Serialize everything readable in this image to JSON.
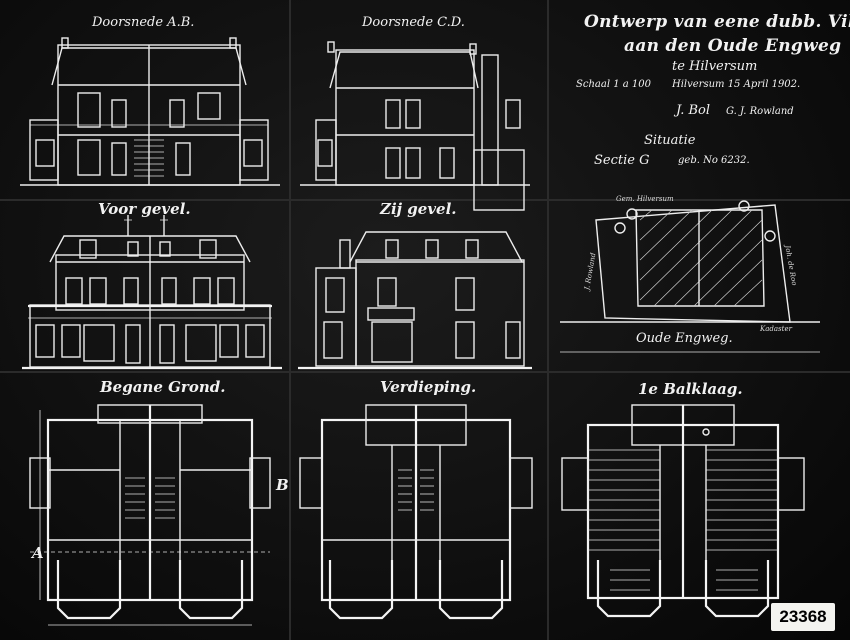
{
  "titles": {
    "section_ab": "Doorsnede A.B.",
    "section_cd": "Doorsnede C.D.",
    "front_elevation": "Voor gevel.",
    "side_elevation": "Zij gevel.",
    "ground_floor": "Begane Grond.",
    "first_floor": "Verdieping.",
    "beam_layer": "1e Balklaag."
  },
  "cartouche": {
    "line1": "Ontwerp van eene dubb. Villa",
    "line2": "aan den Oude Engweg",
    "line3": "te Hilversum",
    "scale": "Schaal 1 a 100",
    "date": "Hilversum 15 April 1902.",
    "signature1": "J. Bol",
    "signature2": "G. J. Rowland"
  },
  "situation": {
    "title": "Situatie",
    "section": "Sectie G",
    "parcel": "geb. No 6232.",
    "street": "Oude Engweg.",
    "labels": [
      "Gem. Hilversum",
      "J. Rowland",
      "Joh. de Roo",
      "Kadaster"
    ]
  },
  "plan_markers": {
    "a": "A",
    "b": "B"
  },
  "archive_number": "23368"
}
